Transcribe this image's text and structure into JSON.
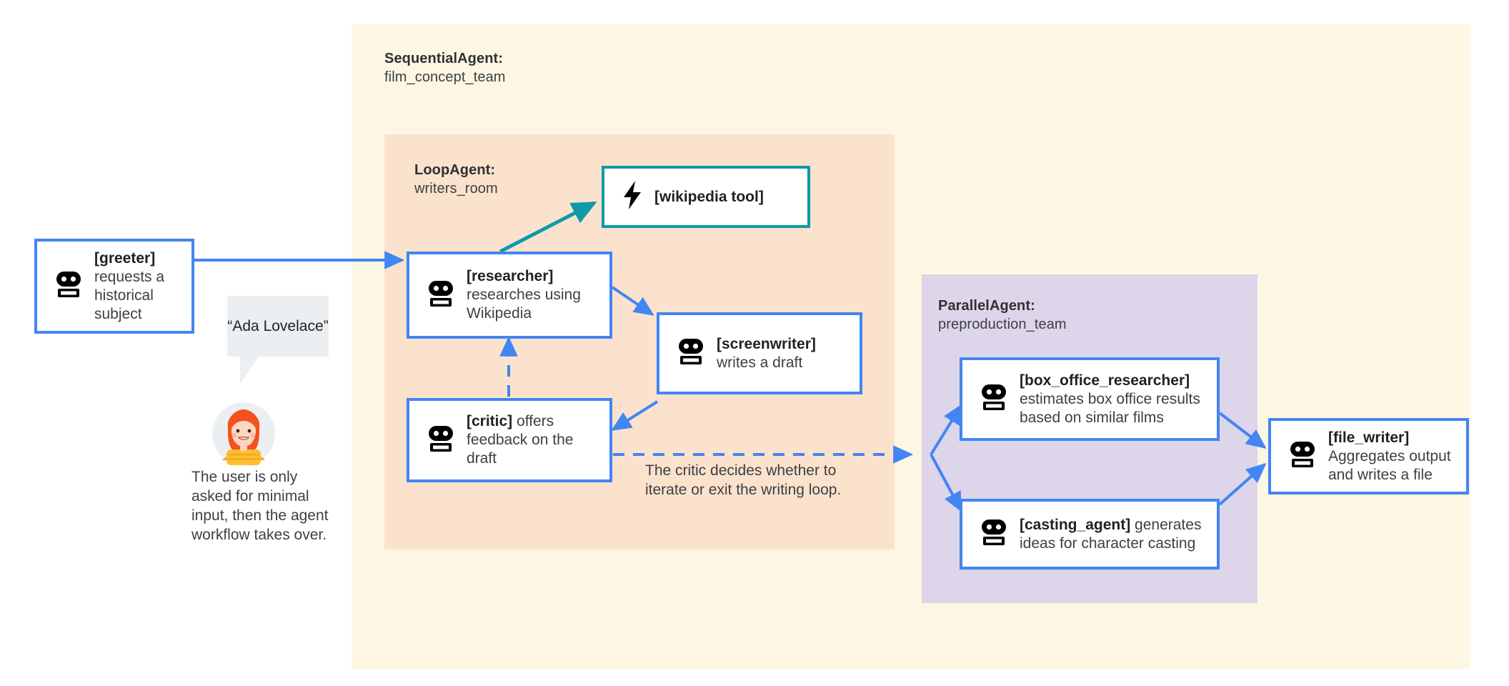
{
  "sequential_group": {
    "type_label": "SequentialAgent:",
    "name_label": "film_concept_team"
  },
  "loop_group": {
    "type_label": "LoopAgent:",
    "name_label": "writers_room"
  },
  "parallel_group": {
    "type_label": "ParallelAgent:",
    "name_label": "preproduction_team"
  },
  "nodes": {
    "greeter": {
      "title": "[greeter]",
      "desc": "requests a historical subject"
    },
    "wikipedia_tool": {
      "title": "[wikipedia tool]",
      "desc": ""
    },
    "researcher": {
      "title": "[researcher]",
      "desc": "researches using Wikipedia"
    },
    "screenwriter": {
      "title": "[screenwriter]",
      "desc": "writes a draft"
    },
    "critic": {
      "title": "[critic]",
      "desc": "offers feedback on the draft"
    },
    "box_office_researcher": {
      "title": "[box_office_researcher]",
      "desc": "estimates box office results based on similar films"
    },
    "casting_agent": {
      "title": "[casting_agent]",
      "desc": "generates ideas for character casting"
    },
    "file_writer": {
      "title": "[file_writer]",
      "desc": "Aggregates output and writes a file"
    }
  },
  "annotations": {
    "user_quote": "“Ada Lovelace”",
    "user_note": "The user is only asked for minimal input, then the agent workflow takes over.",
    "loop_note": "The critic decides whether to iterate or exit the writing loop."
  },
  "colors": {
    "sequential_bg": "#fdf6e3",
    "loop_bg": "#fbe2cd",
    "parallel_bg": "#ddd5ea",
    "agent_border": "#4285f4",
    "tool_border": "#0f9aa8",
    "bubble_bg": "#eceff1",
    "text": "#3c4043"
  },
  "icons": {
    "agent": "robot-icon",
    "tool": "lightning-bolt-icon",
    "user": "user-avatar-icon"
  }
}
